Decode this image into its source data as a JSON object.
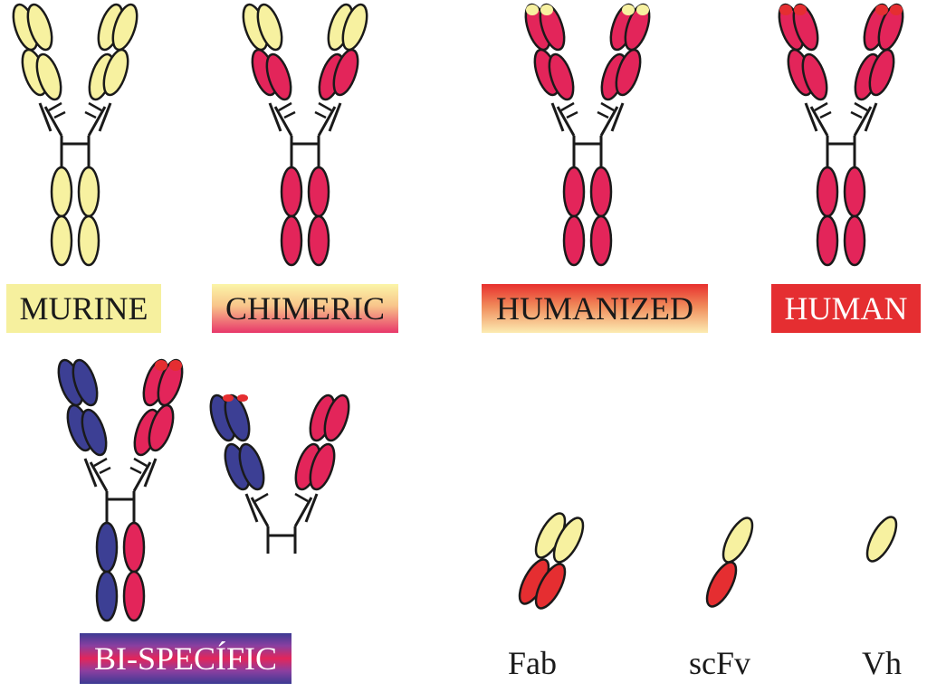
{
  "labels": {
    "murine": "MURINE",
    "chimeric": "CHIMERIC",
    "humanized": "HUMANIZED",
    "human": "HUMAN",
    "bispecific": "BI-SPECÍFIC",
    "fab": "Fab",
    "scfv": "scFv",
    "vh": "Vh"
  },
  "colors": {
    "mouse_yellow": "#f7f1a0",
    "human_pink": "#e3255a",
    "human_red": "#e52e31",
    "blue": "#3c3f94",
    "outline": "#1a1a1a"
  }
}
